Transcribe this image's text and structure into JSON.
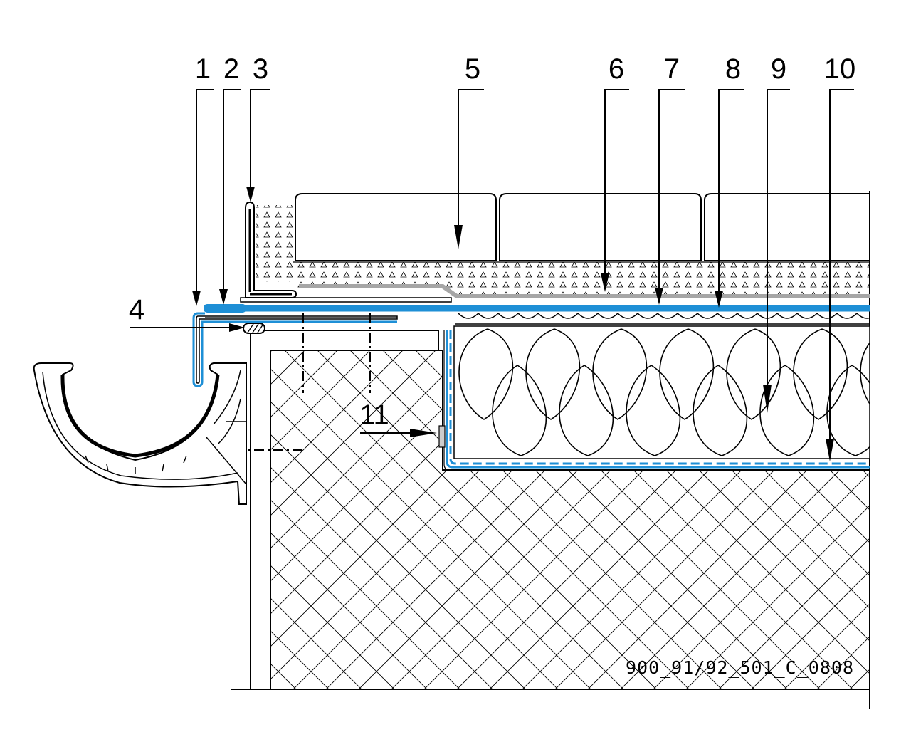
{
  "callouts": [
    {
      "id": "1",
      "label": "1"
    },
    {
      "id": "2",
      "label": "2"
    },
    {
      "id": "3",
      "label": "3"
    },
    {
      "id": "4",
      "label": "4"
    },
    {
      "id": "5",
      "label": "5"
    },
    {
      "id": "6",
      "label": "6"
    },
    {
      "id": "7",
      "label": "7"
    },
    {
      "id": "8",
      "label": "8"
    },
    {
      "id": "9",
      "label": "9"
    },
    {
      "id": "10",
      "label": "10"
    },
    {
      "id": "11",
      "label": "11"
    }
  ],
  "drawing_code": "900_91/92_501_C_0808",
  "colors": {
    "membrane": "#1e8fd6",
    "line": "#000000",
    "protection_layer": "#a6a6a6",
    "background": "#ffffff"
  }
}
